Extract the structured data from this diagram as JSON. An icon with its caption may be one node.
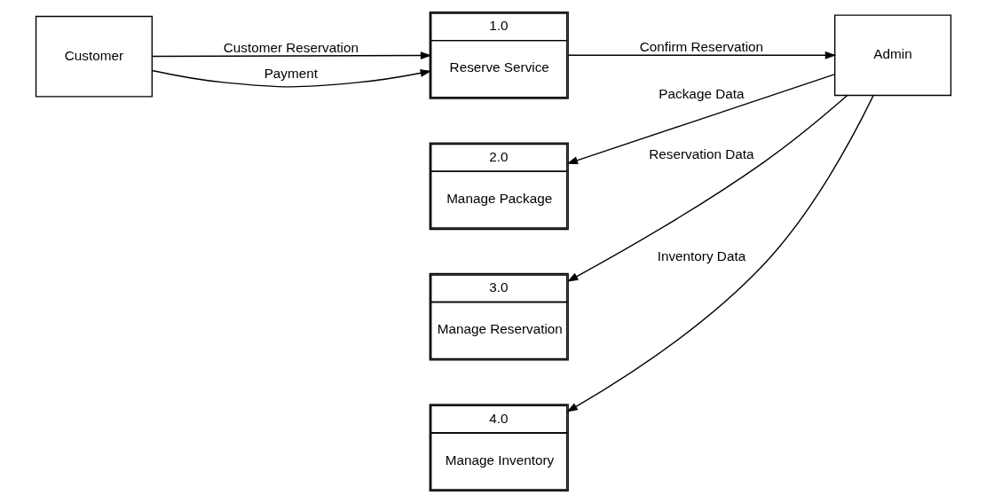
{
  "diagram": {
    "nodes": [
      {
        "text": [
          "Customer"
        ]
      },
      {
        "text": [
          "1.0",
          "Reserve Service"
        ]
      },
      {
        "text": [
          "2.0",
          "Manage Package"
        ]
      },
      {
        "text": [
          "3.0",
          "Manage Reservation"
        ]
      },
      {
        "text": [
          "4.0",
          "Manage Inventory"
        ]
      },
      {
        "text": [
          "Admin"
        ]
      }
    ],
    "edges": [
      {
        "from": 0,
        "to": 1,
        "arrow": "to",
        "label": "Customer Reservation"
      },
      {
        "from": 0,
        "to": 1,
        "arrow": "to",
        "label": "Payment"
      },
      {
        "from": 1,
        "to": 5,
        "arrow": "to",
        "label": "Confirm Reservation"
      },
      {
        "from": 5,
        "to": 2,
        "arrow": "to",
        "label": "Package Data"
      },
      {
        "from": 5,
        "to": 3,
        "arrow": "to",
        "label": "Reservation Data"
      },
      {
        "from": 5,
        "to": 4,
        "arrow": "to",
        "label": "Inventory Data"
      }
    ]
  }
}
